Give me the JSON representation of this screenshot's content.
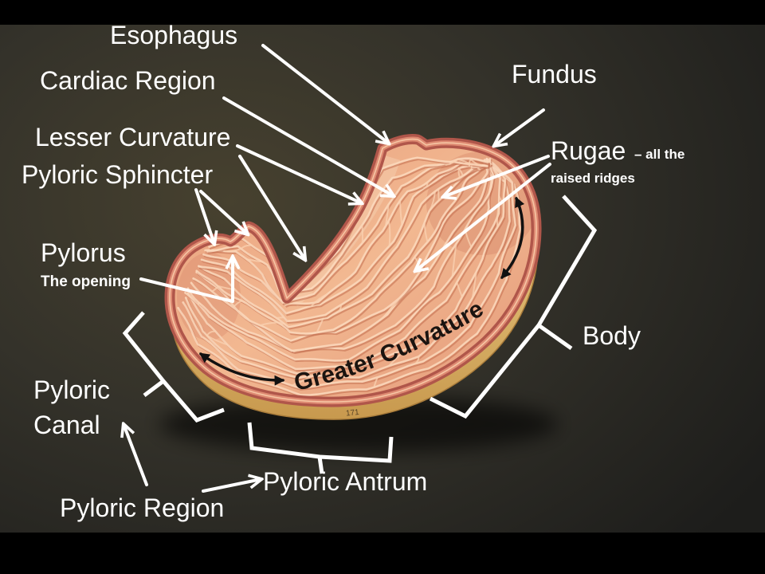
{
  "figure": {
    "labels": {
      "esophagus": "Esophagus",
      "cardiac_region": "Cardiac Region",
      "fundus": "Fundus",
      "lesser_curvature": "Lesser Curvature",
      "pyloric_sphincter": "Pyloric Sphincter",
      "rugae": "Rugae",
      "rugae_note_line1": "– all the",
      "rugae_note_line2": "raised ridges",
      "pylorus": "Pylorus",
      "pylorus_note": "The opening",
      "body": "Body",
      "greater_curvature": "Greater Curvature",
      "pyloric_canal_line1": "Pyloric",
      "pyloric_canal_line2": "Canal",
      "pyloric_antrum": "Pyloric Antrum",
      "pyloric_region": "Pyloric Region"
    },
    "model_number": "171"
  },
  "colors": {
    "label_text": "#ffffff",
    "curvature_text": "#1b1410",
    "annotation_white": "#ffffff",
    "annotation_black": "#111111",
    "band": "#000000"
  }
}
